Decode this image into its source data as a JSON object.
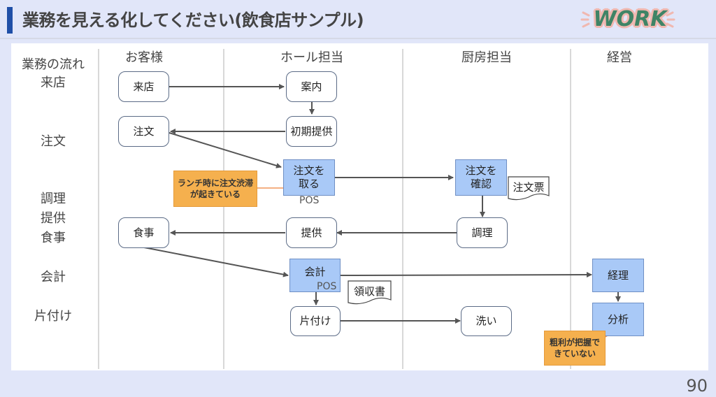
{
  "header": {
    "title": "業務を見える化してください(飲食店サンプル)",
    "badge": "WORK"
  },
  "page_number": "90",
  "colors": {
    "accent": "#1f4fa7",
    "system_node": "#a9c9f7",
    "note": "#f5b04e",
    "badge_text": "#3f8466",
    "badge_outline": "#f0b8b0"
  },
  "steps_header": "業務の流れ",
  "steps": [
    "来店",
    "注文",
    "調理",
    "提供",
    "食事",
    "会計",
    "片付け"
  ],
  "lanes": [
    "お客様",
    "ホール担当",
    "厨房担当",
    "経営"
  ],
  "nodes": {
    "customer_visit": "来店",
    "customer_order": "注文",
    "customer_meal": "食事",
    "hall_guide": "案内",
    "hall_initial_serve": "初期提供",
    "hall_take_order": "注文を\n取る",
    "hall_serve": "提供",
    "hall_checkout": "会計",
    "hall_cleanup": "片付け",
    "kitchen_confirm_order": "注文を\n確認",
    "kitchen_cook": "調理",
    "kitchen_wash": "洗い",
    "mgmt_accounting": "経理",
    "mgmt_analysis": "分析"
  },
  "system_labels": {
    "take_order_pos": "POS",
    "checkout_pos": "POS"
  },
  "documents": {
    "order_slip": "注文票",
    "receipt": "領収書"
  },
  "notes": {
    "lunch_congestion": "ランチ時に注文渋滞\nが起きている",
    "gross_profit": "粗利が把握で\nきていない"
  }
}
